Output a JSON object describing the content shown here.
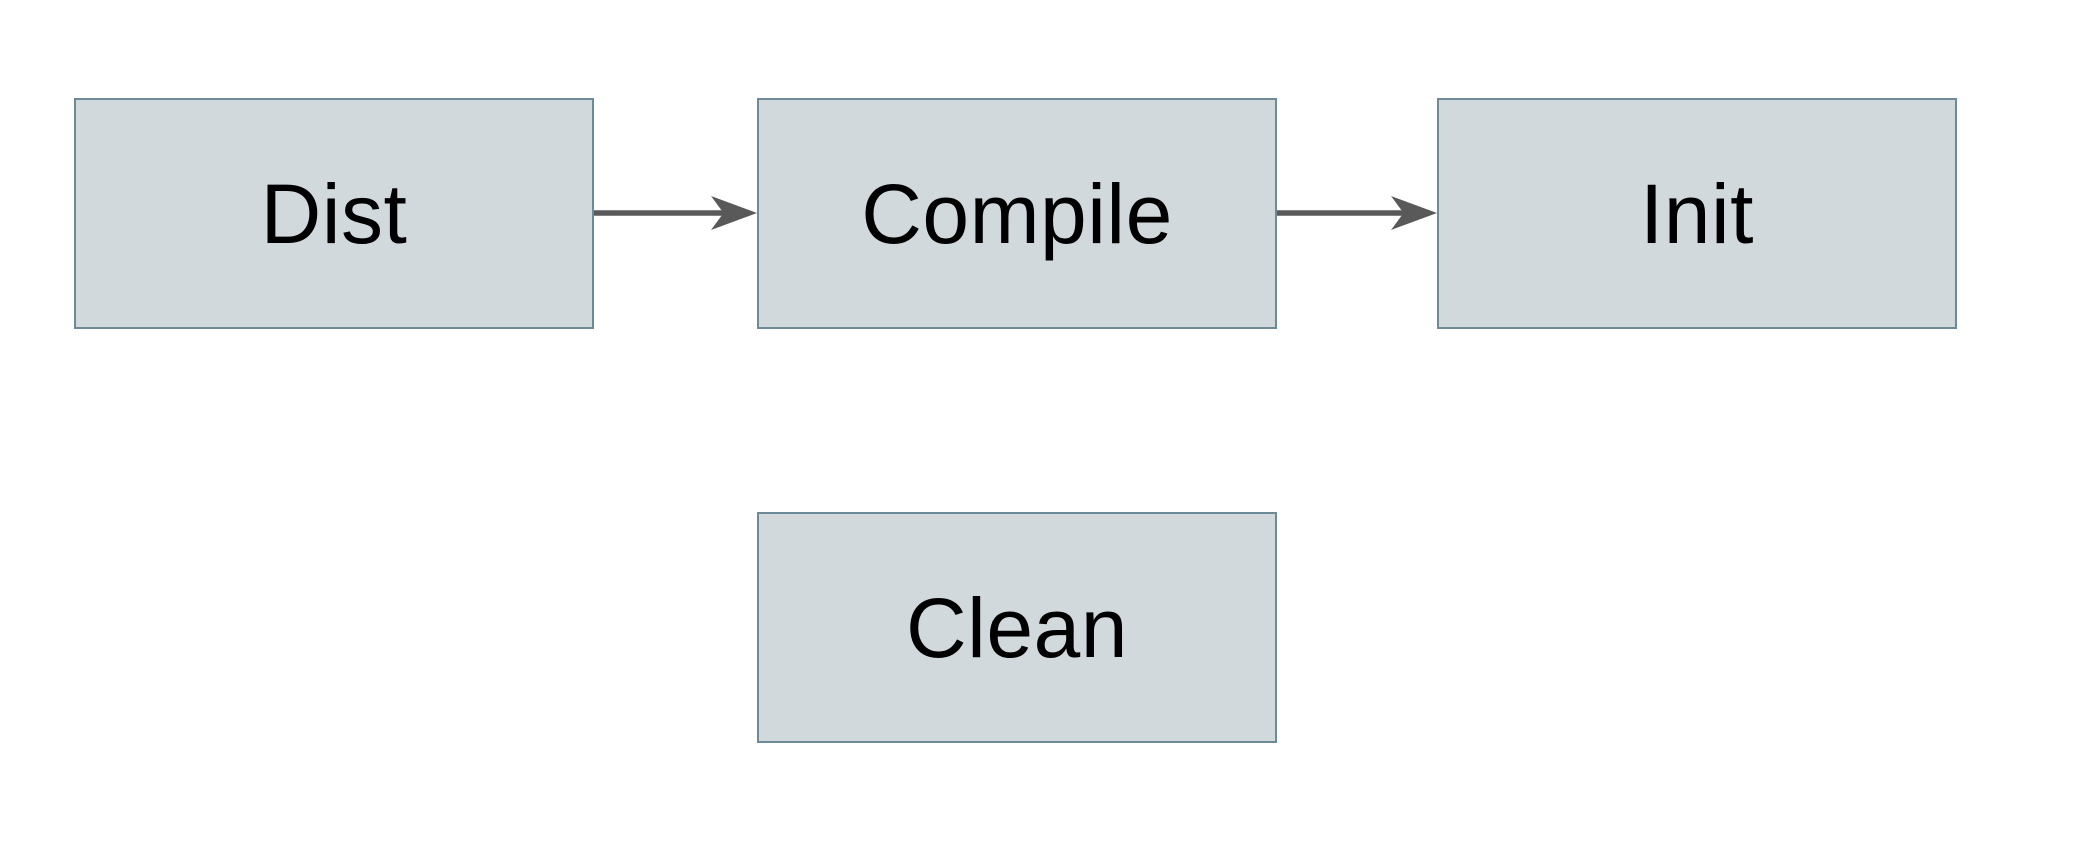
{
  "diagram": {
    "nodes": [
      {
        "id": "dist",
        "label": "Dist"
      },
      {
        "id": "compile",
        "label": "Compile"
      },
      {
        "id": "init",
        "label": "Init"
      },
      {
        "id": "clean",
        "label": "Clean"
      }
    ],
    "edges": [
      {
        "from": "Dist",
        "to": "Compile"
      },
      {
        "from": "Compile",
        "to": "Init"
      }
    ],
    "colors": {
      "background": "#ffffff",
      "node_fill": "#d2d9dc",
      "node_border": "#6d8a99",
      "arrow": "#595959",
      "text": "#000000"
    }
  }
}
